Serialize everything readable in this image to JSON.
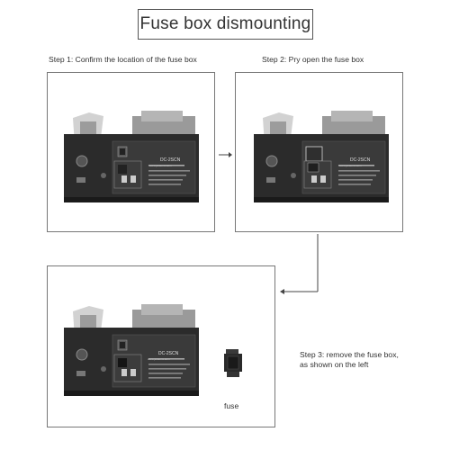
{
  "title": "Fuse box dismounting",
  "steps": [
    {
      "label": "Step 1: Confirm the location of the fuse box"
    },
    {
      "label": "Step 2: Pry open the fuse box"
    },
    {
      "label": "Step 3: remove the fuse box,",
      "label_line2": "as shown on the left"
    }
  ],
  "device": {
    "model": "DC-2SCN",
    "website": "www.jcxiaomi.com"
  },
  "fuse_label": "fuse",
  "colors": {
    "device_body": "#2b2b2b",
    "tray": "#c8c8c8",
    "panel_border": "#777777"
  }
}
